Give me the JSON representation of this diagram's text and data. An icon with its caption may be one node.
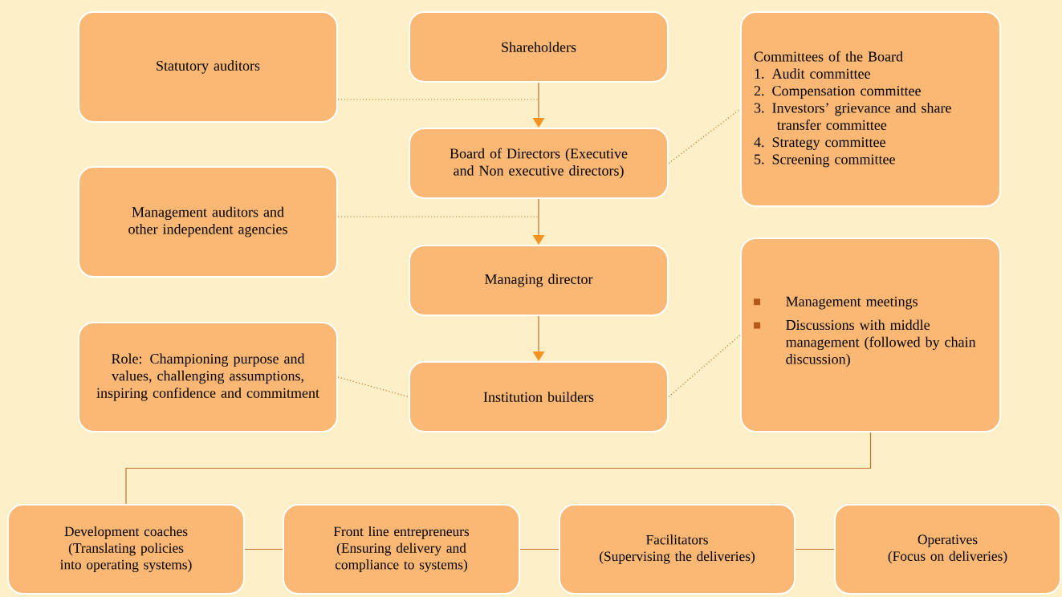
{
  "diagram": {
    "nodes": [
      {
        "text": [
          "Statutory auditors"
        ]
      },
      {
        "text": [
          "Shareholders"
        ]
      },
      {
        "text": [
          "Committees of the Board",
          "1. Audit committee",
          "2. Compensation committee",
          "3. Investors’ grievance and share transfer committee",
          "4. Strategy committee",
          "5. Screening committee"
        ]
      },
      {
        "text": [
          "Board of Directors (Executive and Non executive directors)"
        ]
      },
      {
        "text": [
          "Management auditors and other independent agencies"
        ]
      },
      {
        "text": [
          "Managing director"
        ]
      },
      {
        "text": [
          "Management meetings",
          "Discussions with middle management (followed by chain discussion)"
        ]
      },
      {
        "text": [
          "Role: Championing purpose and values, challenging assumptions, inspiring confidence and commitment"
        ]
      },
      {
        "text": [
          "Institution builders"
        ]
      },
      {
        "text": [
          "Development coaches",
          "(Translating policies into operating systems)"
        ]
      },
      {
        "text": [
          "Front line entrepreneurs",
          "(Ensuring delivery and compliance to systems)"
        ]
      },
      {
        "text": [
          "Facilitators",
          "(Supervising the deliveries)"
        ]
      },
      {
        "text": [
          "Operatives",
          "(Focus on deliveries)"
        ]
      }
    ],
    "edges": [
      {
        "from": 1,
        "to": 3,
        "arrow": "to"
      },
      {
        "from": 3,
        "to": 5,
        "arrow": "to"
      },
      {
        "from": 5,
        "to": 8,
        "arrow": "to"
      },
      {
        "from": 0,
        "to": null,
        "arrow": "none",
        "style": "dashed"
      },
      {
        "from": 3,
        "to": 2,
        "arrow": "none",
        "style": "dashed"
      },
      {
        "from": 4,
        "to": null,
        "arrow": "none",
        "style": "dashed"
      },
      {
        "from": 7,
        "to": 8,
        "arrow": "none",
        "style": "dashed"
      },
      {
        "from": 8,
        "to": 6,
        "arrow": "none",
        "style": "dashed"
      },
      {
        "from": 6,
        "to": 9,
        "arrow": "none"
      },
      {
        "from": 9,
        "to": 10,
        "arrow": "none"
      },
      {
        "from": 10,
        "to": 11,
        "arrow": "none"
      },
      {
        "from": 11,
        "to": 12,
        "arrow": "none"
      }
    ]
  }
}
